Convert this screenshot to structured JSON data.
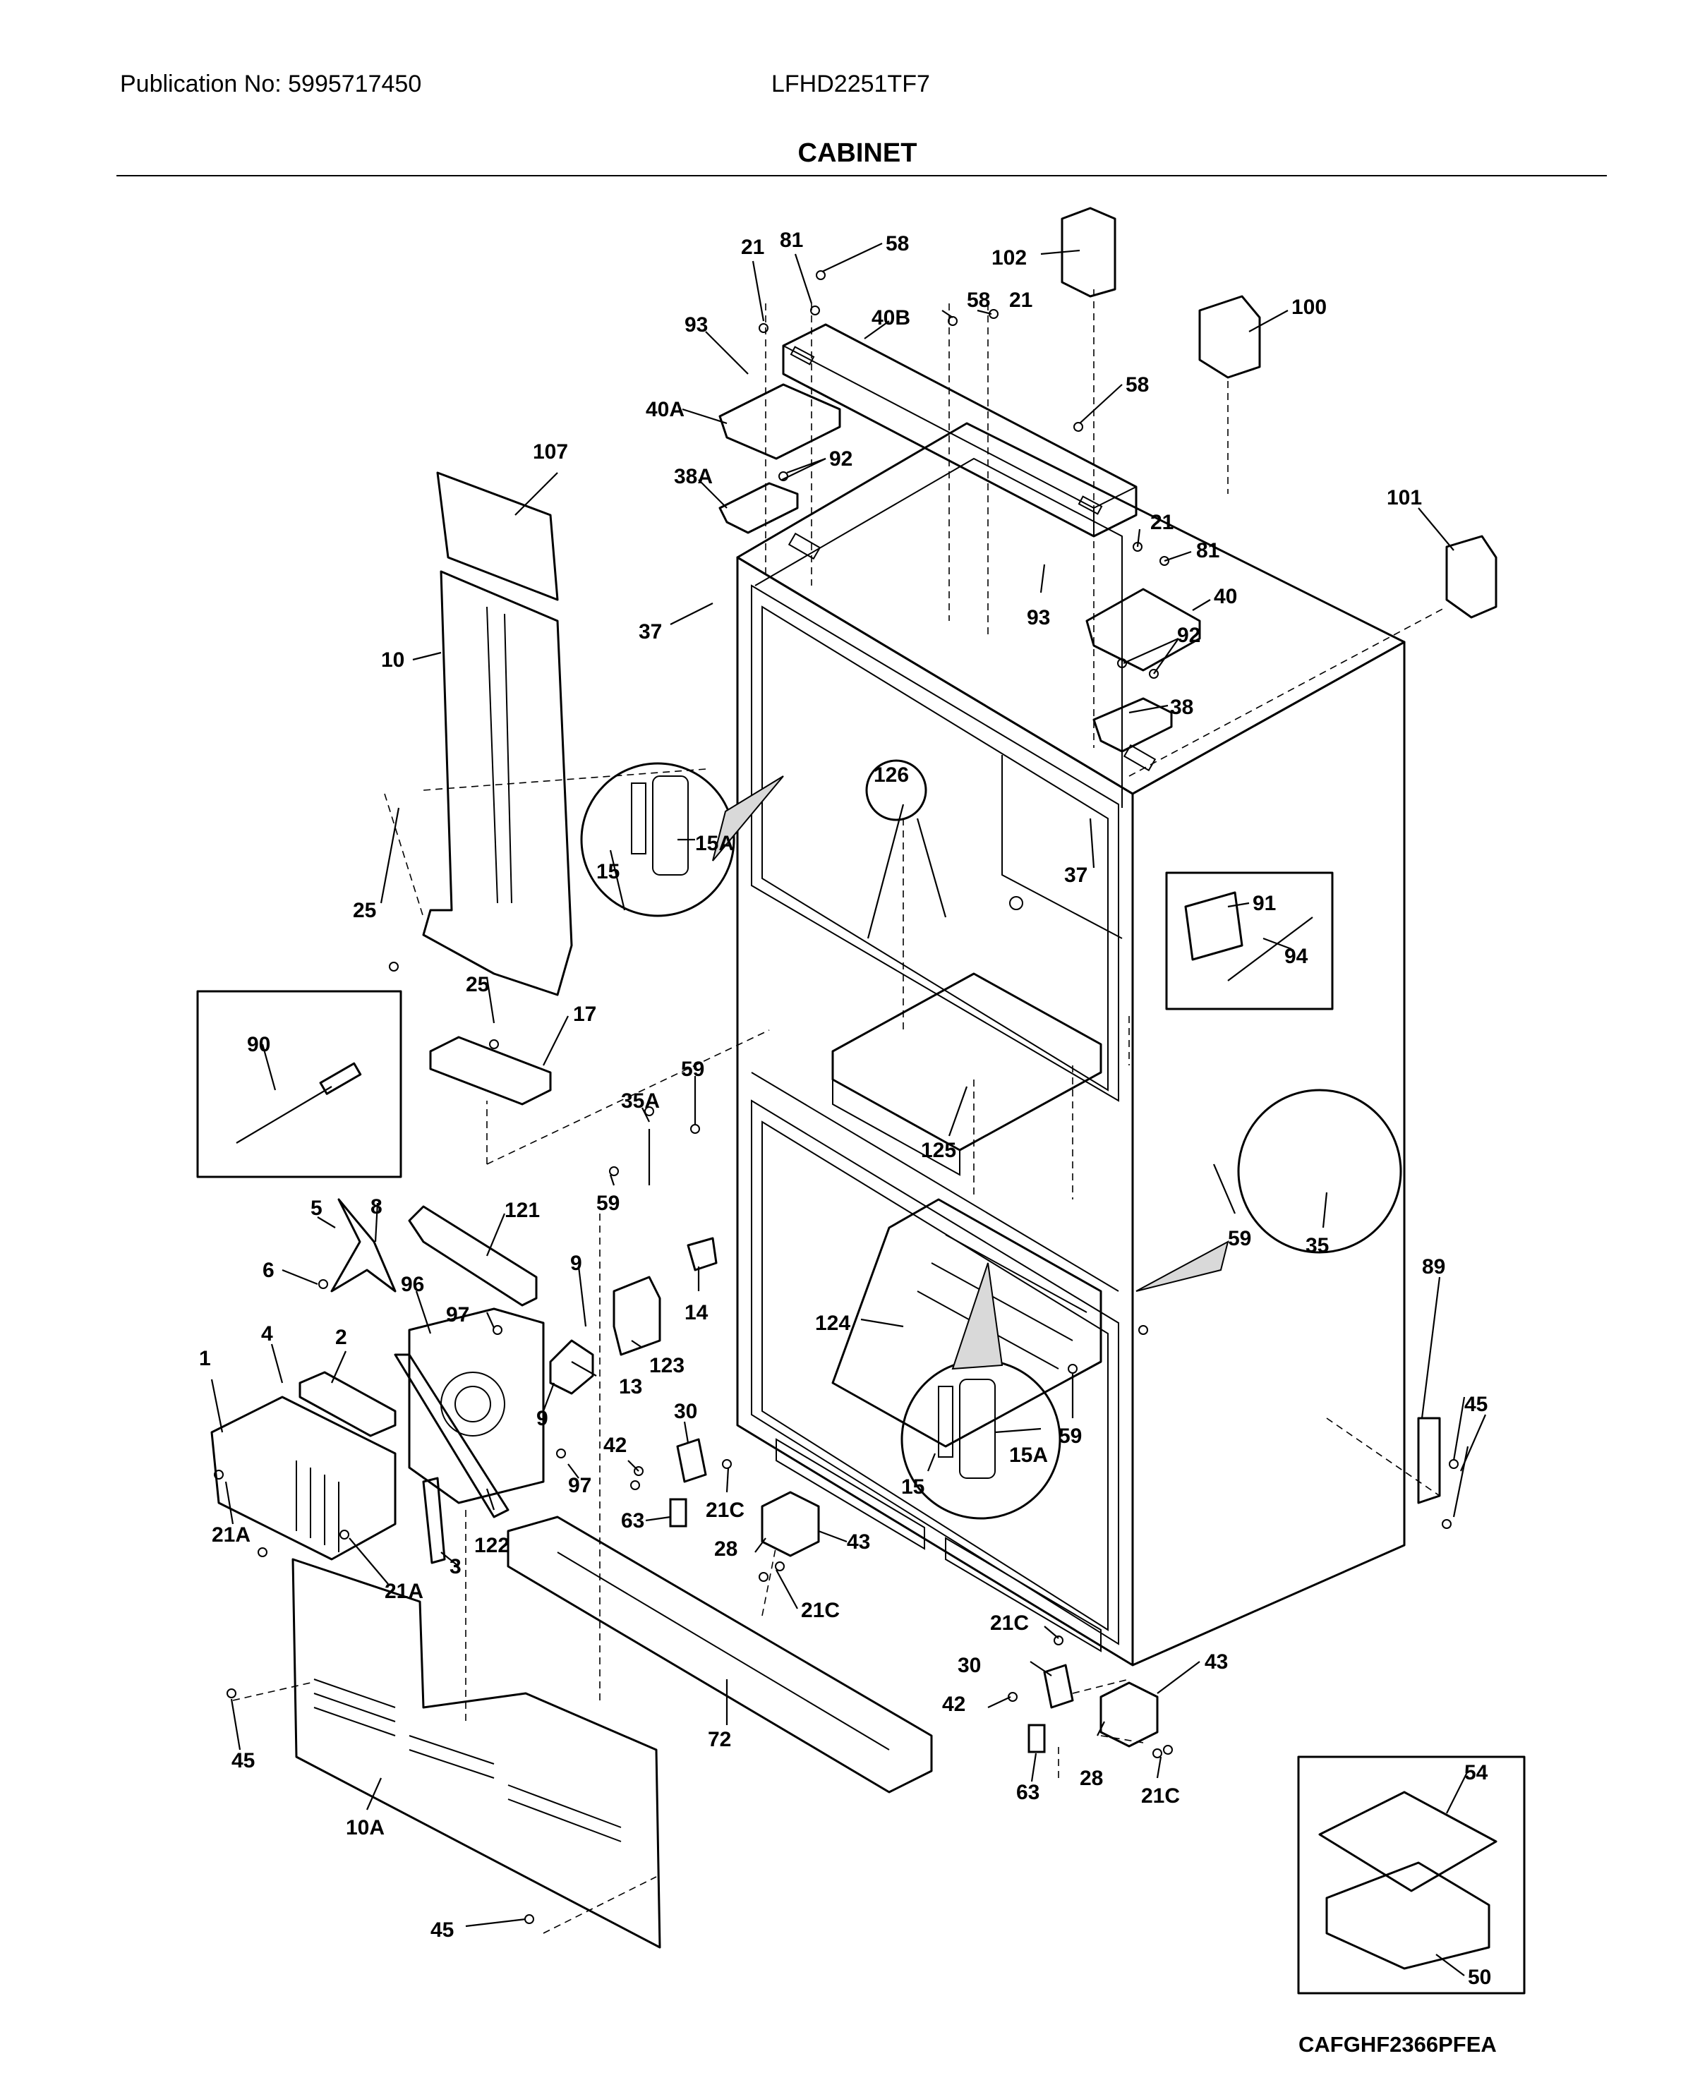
{
  "header": {
    "publication": "Publication No: 5995717450",
    "model": "LFHD2251TF7",
    "section_title": "CABINET"
  },
  "footer": {
    "diagram_code": "CAFGHF2366PFEA"
  },
  "callouts": [
    "21",
    "81",
    "58",
    "102",
    "93",
    "40B",
    "58",
    "21",
    "100",
    "40A",
    "58",
    "92",
    "107",
    "38A",
    "101",
    "21",
    "81",
    "37",
    "93",
    "40",
    "10",
    "92",
    "38",
    "126",
    "25",
    "15A",
    "15",
    "37",
    "91",
    "94",
    "25",
    "17",
    "90",
    "59",
    "35A",
    "125",
    "59",
    "59",
    "35",
    "121",
    "5",
    "8",
    "9",
    "6",
    "96",
    "14",
    "97",
    "123",
    "124",
    "89",
    "1",
    "4",
    "2",
    "13",
    "30",
    "9",
    "45",
    "59",
    "42",
    "97",
    "15A",
    "15",
    "21C",
    "63",
    "21A",
    "28",
    "43",
    "21A",
    "3",
    "122",
    "21C",
    "21C",
    "30",
    "43",
    "42",
    "45",
    "72",
    "28",
    "63",
    "21C",
    "10A",
    "54",
    "50",
    "45"
  ]
}
